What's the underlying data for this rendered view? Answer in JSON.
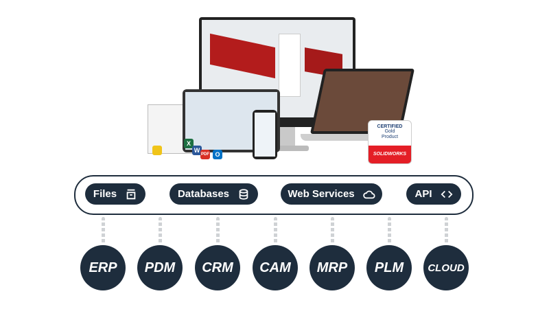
{
  "sources": [
    {
      "label": "Files",
      "icon": "archive-icon"
    },
    {
      "label": "Databases",
      "icon": "database-icon"
    },
    {
      "label": "Web Services",
      "icon": "cloud-icon"
    },
    {
      "label": "API",
      "icon": "code-icon"
    }
  ],
  "systems": [
    "ERP",
    "PDM",
    "CRM",
    "CAM",
    "MRP",
    "PLM",
    "CLOUD"
  ],
  "badge": {
    "line1": "CERTIFIED",
    "line2": "Gold",
    "line3": "Product",
    "brand": "SOLIDWORKS"
  },
  "app_icons": {
    "excel": "X",
    "word": "W",
    "pdf": "PDF",
    "outlook": "O"
  },
  "colors": {
    "navy": "#1e2d3d",
    "badge_red": "#e41e26"
  }
}
